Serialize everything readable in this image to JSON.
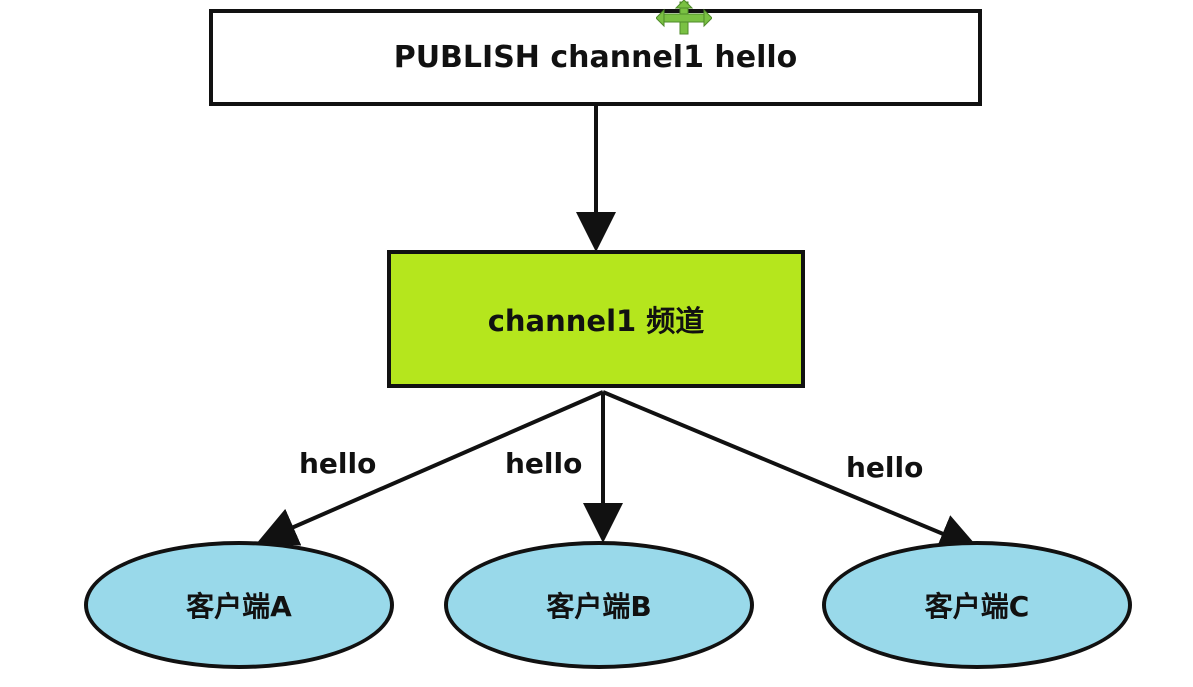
{
  "publish_command": "PUBLISH channel1 hello",
  "channel": "channel1 频道",
  "clients": [
    "客户端A",
    "客户端B",
    "客户端C"
  ],
  "edge_labels": [
    "hello",
    "hello",
    "hello"
  ],
  "colors": {
    "channel_fill": "#b5e61d",
    "client_fill": "#99d9ea",
    "stroke": "#111111",
    "move_icon": "#7ac143"
  },
  "icons": [
    "move-icon"
  ]
}
